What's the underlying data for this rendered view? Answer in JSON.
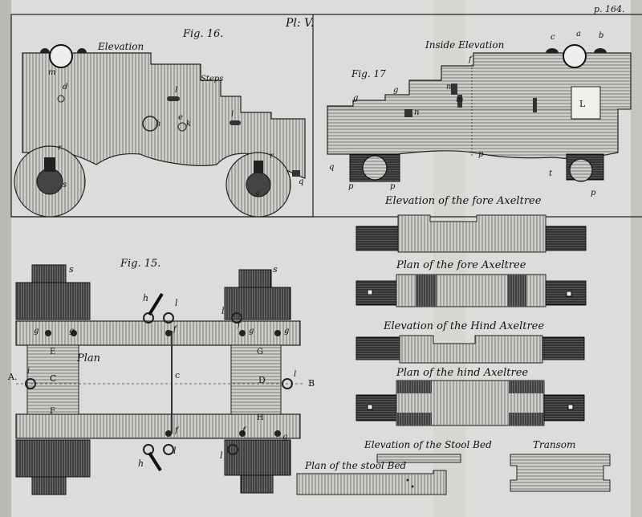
{
  "page_number": "p. 164.",
  "plate_title": "Pl: V.",
  "fig16": {
    "label": "Fig. 16.",
    "elevation_label": "Elevation",
    "steps_label": "Steps",
    "letters": {
      "m": "m",
      "d": "d",
      "l1": "l",
      "l2": "l",
      "e": "e",
      "k": "k",
      "h": "h",
      "r1": "r",
      "s1": "s",
      "r2": "r",
      "s2": "s",
      "q": "q"
    }
  },
  "fig17": {
    "label": "Fig. 17",
    "inside_elevation_label": "Inside Elevation",
    "letters": {
      "c": "c",
      "a": "a",
      "b": "b",
      "f": "f",
      "g": "g",
      "g2": "g",
      "n1": "n",
      "n2": "n",
      "m": "m",
      "L": "L",
      "q": "q",
      "p1": "p",
      "p2": "p",
      "p3": "p",
      "p4": "p",
      "t": "t"
    }
  },
  "fig15": {
    "label": "Fig. 15.",
    "plan_label": "Plan",
    "letters": {
      "s1": "s",
      "s2": "s",
      "h1": "h",
      "l1": "l",
      "l2": "l",
      "f1": "f",
      "f2": "f",
      "g1": "g",
      "g2": "g",
      "g3": "g",
      "g4": "g",
      "g5": "g",
      "E": "E",
      "G": "G",
      "C": "C",
      "D": "D",
      "F": "F",
      "H": "H",
      "A": "A.",
      "B": "B",
      "c": "c",
      "i": "i",
      "l3": "l",
      "f3": "f",
      "f4": "f",
      "l4": "l",
      "h2": "h",
      "l5": "l"
    }
  },
  "parts": {
    "fore_elevation": "Elevation of the fore Axeltree",
    "fore_plan": "Plan of the fore Axeltree",
    "hind_elevation": "Elevation of the Hind Axeltree",
    "hind_plan": "Plan of the hind Axeltree",
    "stool_elevation": "Elevation of the Stool Bed",
    "stool_plan": "Plan of the stool Bed",
    "transom": "Transom"
  }
}
